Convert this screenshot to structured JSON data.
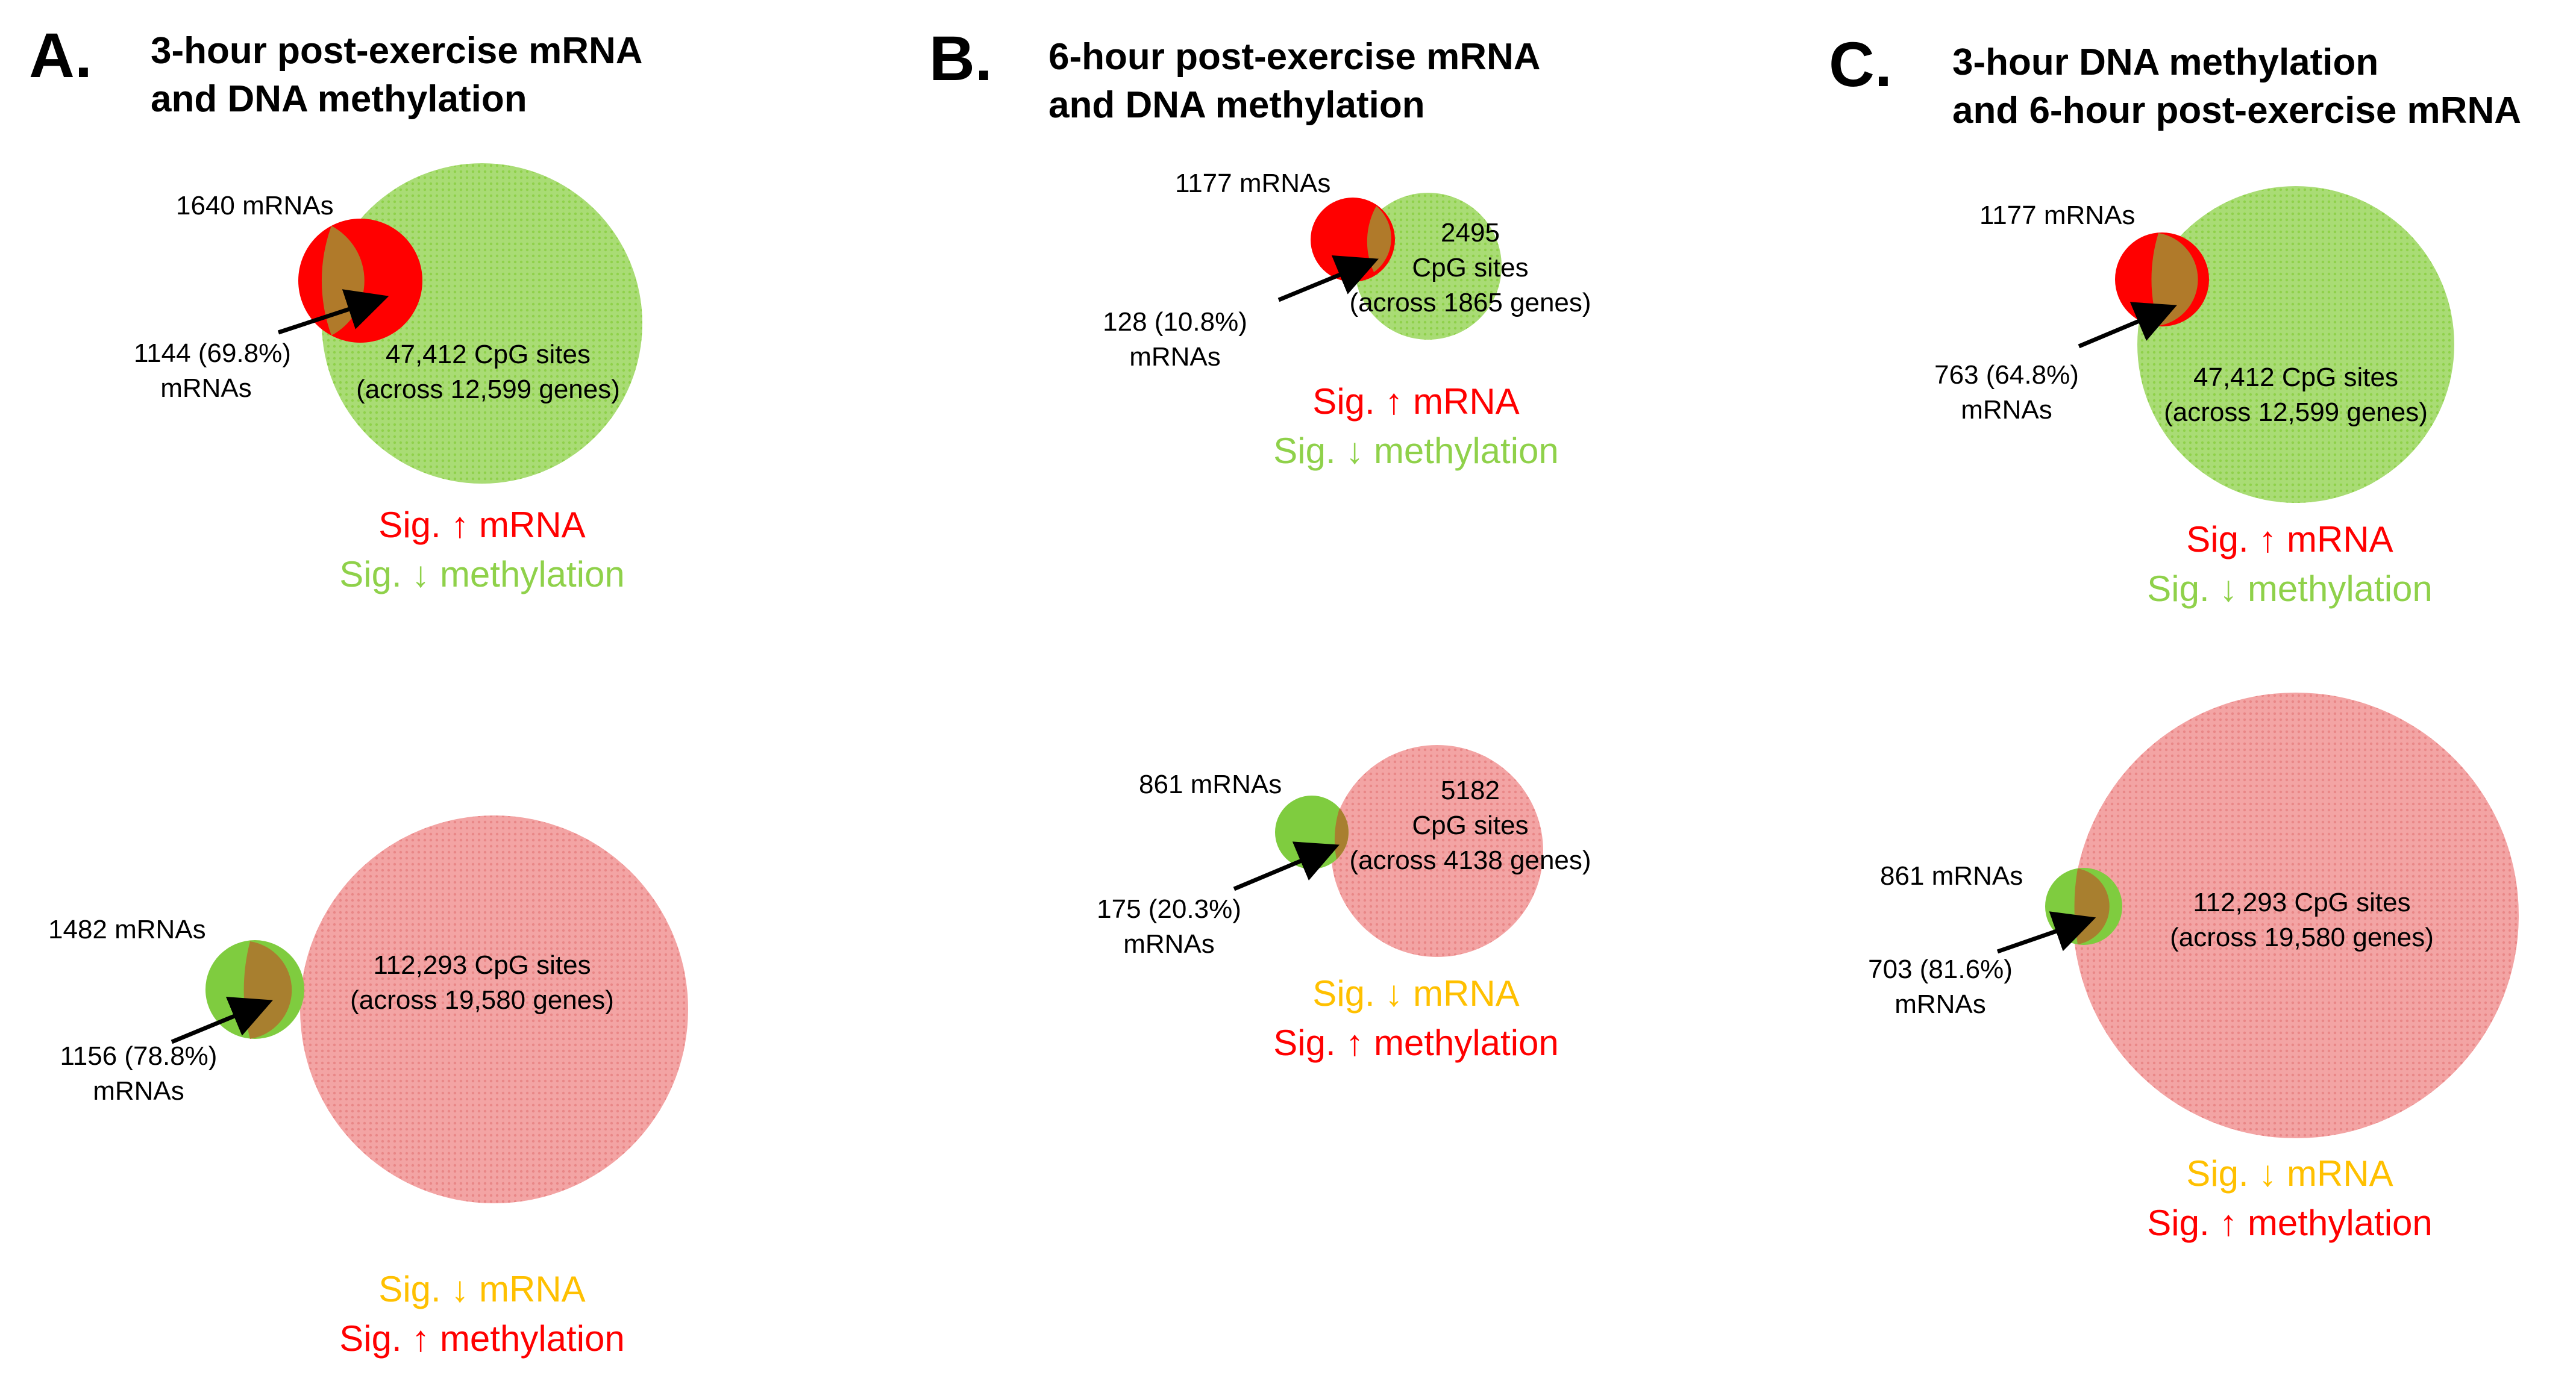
{
  "colors": {
    "red": "#ff0000",
    "green": "#8fd14a",
    "overlap": "#b07a2a",
    "orange": "#ffc000",
    "black": "#000000"
  },
  "panels": [
    {
      "letter": "A.",
      "title_line1": "3-hour post-exercise mRNA",
      "title_line2": "and DNA methylation",
      "top": {
        "small_label": "1640 mRNAs",
        "overlap_count": "1144 (69.8%)",
        "overlap_unit": "mRNAs",
        "large_line1": "47,412 CpG sites",
        "large_line2": "(across 12,599 genes)",
        "caption_line1": "Sig. ↑ mRNA",
        "caption_line2": "Sig. ↓ methylation"
      },
      "bottom": {
        "small_label": "1482 mRNAs",
        "overlap_count": "1156 (78.8%)",
        "overlap_unit": "mRNAs",
        "large_line1": "112,293 CpG sites",
        "large_line2": "(across 19,580 genes)",
        "caption_line1": "Sig. ↓ mRNA",
        "caption_line2": "Sig. ↑ methylation"
      }
    },
    {
      "letter": "B.",
      "title_line1": "6-hour post-exercise mRNA",
      "title_line2": "and DNA methylation",
      "top": {
        "small_label": "1177 mRNAs",
        "overlap_count": "128 (10.8%)",
        "overlap_unit": "mRNAs",
        "large_line1": "2495",
        "large_line2": "CpG sites",
        "large_line3": "(across 1865 genes)",
        "caption_line1": "Sig. ↑ mRNA",
        "caption_line2": "Sig. ↓ methylation"
      },
      "bottom": {
        "small_label": "861 mRNAs",
        "overlap_count": "175 (20.3%)",
        "overlap_unit": "mRNAs",
        "large_line1": "5182",
        "large_line2": "CpG sites",
        "large_line3": "(across 4138 genes)",
        "caption_line1": "Sig. ↓ mRNA",
        "caption_line2": "Sig. ↑ methylation"
      }
    },
    {
      "letter": "C.",
      "title_line1": "3-hour DNA methylation",
      "title_line2": "and 6-hour post-exercise mRNA",
      "top": {
        "small_label": "1177 mRNAs",
        "overlap_count": "763 (64.8%)",
        "overlap_unit": "mRNAs",
        "large_line1": "47,412 CpG sites",
        "large_line2": "(across 12,599 genes)",
        "caption_line1": "Sig. ↑ mRNA",
        "caption_line2": "Sig. ↓ methylation"
      },
      "bottom": {
        "small_label": "861 mRNAs",
        "overlap_count": "703 (81.6%)",
        "overlap_unit": "mRNAs",
        "large_line1": "112,293 CpG sites",
        "large_line2": "(across 19,580 genes)",
        "caption_line1": "Sig. ↓ mRNA",
        "caption_line2": "Sig. ↑ methylation"
      }
    }
  ]
}
